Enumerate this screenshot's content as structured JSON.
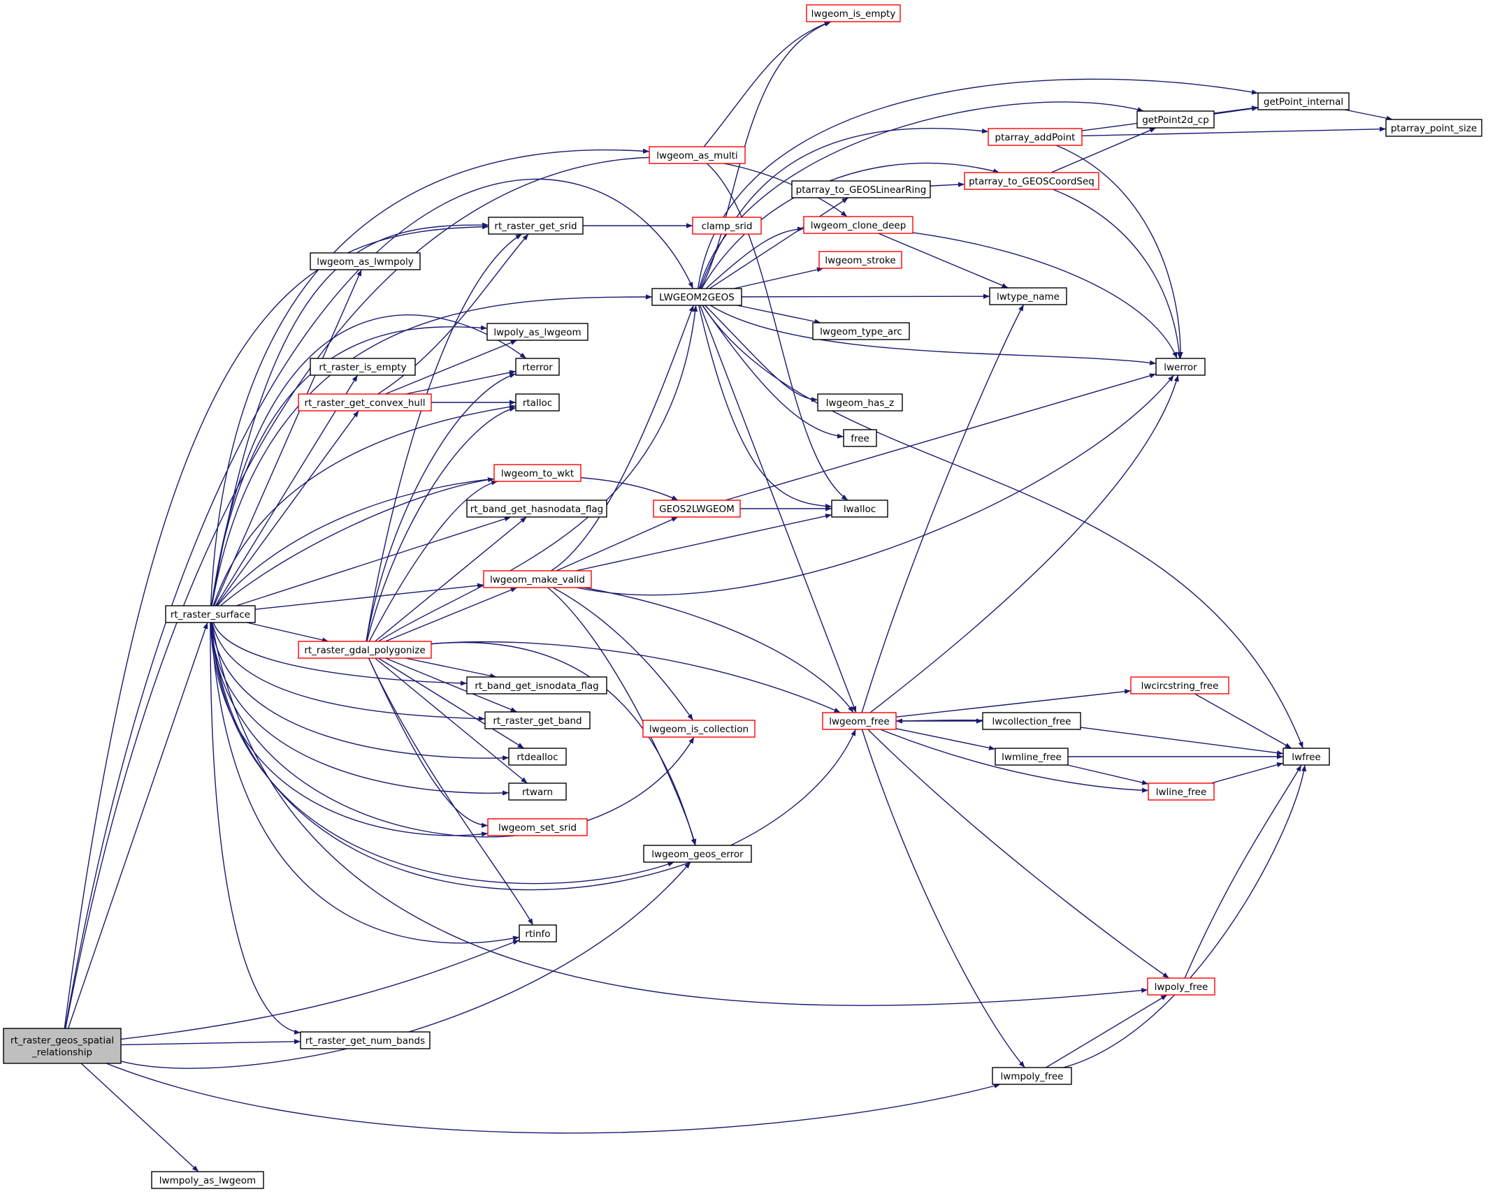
{
  "graph": {
    "colors": {
      "edge": "#191970",
      "node_border": "#000000",
      "link_border": "#ff0000",
      "root_fill": "#bfbfbf",
      "node_fill": "#ffffff"
    },
    "root": "rt_raster_geos_spatial_relationship",
    "nodes": {
      "root": {
        "lines": [
          "rt_raster_geos_spatial",
          "_relationship"
        ],
        "style": "root"
      },
      "surface": {
        "lines": [
          "rt_raster_surface"
        ],
        "style": "black"
      },
      "get_num_bands": {
        "lines": [
          "rt_raster_get_num_bands"
        ],
        "style": "black"
      },
      "lwmpoly_as_lwgeom": {
        "lines": [
          "lwmpoly_as_lwgeom"
        ],
        "style": "black"
      },
      "get_srid": {
        "lines": [
          "rt_raster_get_srid"
        ],
        "style": "black"
      },
      "as_lwmpoly": {
        "lines": [
          "lwgeom_as_lwmpoly"
        ],
        "style": "black"
      },
      "is_empty_r": {
        "lines": [
          "rt_raster_is_empty"
        ],
        "style": "black"
      },
      "convex_hull": {
        "lines": [
          "rt_raster_get_convex_hull"
        ],
        "style": "red"
      },
      "gdal_polygonize": {
        "lines": [
          "rt_raster_gdal_polygonize"
        ],
        "style": "red"
      },
      "lwpoly_as_lwgeom": {
        "lines": [
          "lwpoly_as_lwgeom"
        ],
        "style": "black"
      },
      "rterror": {
        "lines": [
          "rterror"
        ],
        "style": "black"
      },
      "rtalloc": {
        "lines": [
          "rtalloc"
        ],
        "style": "black"
      },
      "to_wkt": {
        "lines": [
          "lwgeom_to_wkt"
        ],
        "style": "red"
      },
      "hasnodata": {
        "lines": [
          "rt_band_get_hasnodata_flag"
        ],
        "style": "black"
      },
      "isnodata": {
        "lines": [
          "rt_band_get_isnodata_flag"
        ],
        "style": "black"
      },
      "get_band": {
        "lines": [
          "rt_raster_get_band"
        ],
        "style": "black"
      },
      "rtdealloc": {
        "lines": [
          "rtdealloc"
        ],
        "style": "black"
      },
      "rtwarn": {
        "lines": [
          "rtwarn"
        ],
        "style": "black"
      },
      "set_srid": {
        "lines": [
          "lwgeom_set_srid"
        ],
        "style": "red"
      },
      "rtinfo": {
        "lines": [
          "rtinfo"
        ],
        "style": "black"
      },
      "clamp_srid": {
        "lines": [
          "clamp_srid"
        ],
        "style": "red"
      },
      "as_multi": {
        "lines": [
          "lwgeom_as_multi"
        ],
        "style": "red"
      },
      "is_empty": {
        "lines": [
          "lwgeom_is_empty"
        ],
        "style": "red"
      },
      "lwgeom2geos": {
        "lines": [
          "LWGEOM2GEOS"
        ],
        "style": "black"
      },
      "geos2lwgeom": {
        "lines": [
          "GEOS2LWGEOM"
        ],
        "style": "red"
      },
      "make_valid": {
        "lines": [
          "lwgeom_make_valid"
        ],
        "style": "red"
      },
      "is_collection": {
        "lines": [
          "lwgeom_is_collection"
        ],
        "style": "red"
      },
      "geos_error": {
        "lines": [
          "lwgeom_geos_error"
        ],
        "style": "black"
      },
      "ptarray_linear_ring": {
        "lines": [
          "ptarray_to_GEOSLinearRing"
        ],
        "style": "black"
      },
      "lwgeom_stroke": {
        "lines": [
          "lwgeom_stroke"
        ],
        "style": "red"
      },
      "lwgeom_type_arc": {
        "lines": [
          "lwgeom_type_arc"
        ],
        "style": "black"
      },
      "lwgeom_has_z": {
        "lines": [
          "lwgeom_has_z"
        ],
        "style": "black"
      },
      "free": {
        "lines": [
          "free"
        ],
        "style": "black"
      },
      "lwalloc": {
        "lines": [
          "lwalloc"
        ],
        "style": "black"
      },
      "lwgeom_free": {
        "lines": [
          "lwgeom_free"
        ],
        "style": "red"
      },
      "ptarray_addpoint": {
        "lines": [
          "ptarray_addPoint"
        ],
        "style": "red"
      },
      "ptarray_coordseq": {
        "lines": [
          "ptarray_to_GEOSCoordSeq"
        ],
        "style": "red"
      },
      "clone_deep": {
        "lines": [
          "lwgeom_clone_deep"
        ],
        "style": "red"
      },
      "lwtype_name": {
        "lines": [
          "lwtype_name"
        ],
        "style": "black"
      },
      "lwerror": {
        "lines": [
          "lwerror"
        ],
        "style": "black"
      },
      "getpoint2d_cp": {
        "lines": [
          "getPoint2d_cp"
        ],
        "style": "black"
      },
      "getpoint_internal": {
        "lines": [
          "getPoint_internal"
        ],
        "style": "black"
      },
      "ptarray_point_size": {
        "lines": [
          "ptarray_point_size"
        ],
        "style": "black"
      },
      "lwcircstring_free": {
        "lines": [
          "lwcircstring_free"
        ],
        "style": "red"
      },
      "lwcollection_free": {
        "lines": [
          "lwcollection_free"
        ],
        "style": "black"
      },
      "lwmline_free": {
        "lines": [
          "lwmline_free"
        ],
        "style": "black"
      },
      "lwline_free": {
        "lines": [
          "lwline_free"
        ],
        "style": "red"
      },
      "lwpoly_free": {
        "lines": [
          "lwpoly_free"
        ],
        "style": "red"
      },
      "lwmpoly_free": {
        "lines": [
          "lwmpoly_free"
        ],
        "style": "black"
      },
      "lwfree": {
        "lines": [
          "lwfree"
        ],
        "style": "black"
      }
    },
    "edges": [
      [
        "root",
        "surface"
      ],
      [
        "root",
        "get_num_bands"
      ],
      [
        "root",
        "lwmpoly_as_lwgeom"
      ],
      [
        "root",
        "get_srid"
      ],
      [
        "root",
        "lwgeom2geos"
      ],
      [
        "root",
        "rtinfo"
      ],
      [
        "root",
        "geos_error"
      ],
      [
        "root",
        "lwmpoly_free"
      ],
      [
        "root",
        "clone_deep"
      ],
      [
        "surface",
        "get_srid"
      ],
      [
        "surface",
        "as_lwmpoly"
      ],
      [
        "surface",
        "is_empty_r"
      ],
      [
        "surface",
        "convex_hull"
      ],
      [
        "surface",
        "gdal_polygonize"
      ],
      [
        "surface",
        "lwpoly_as_lwgeom"
      ],
      [
        "surface",
        "rterror"
      ],
      [
        "surface",
        "rtalloc"
      ],
      [
        "surface",
        "to_wkt"
      ],
      [
        "surface",
        "hasnodata"
      ],
      [
        "surface",
        "isnodata"
      ],
      [
        "surface",
        "get_band"
      ],
      [
        "surface",
        "rtdealloc"
      ],
      [
        "surface",
        "rtwarn"
      ],
      [
        "surface",
        "set_srid"
      ],
      [
        "surface",
        "rtinfo"
      ],
      [
        "surface",
        "get_num_bands"
      ],
      [
        "surface",
        "lwgeom2geos"
      ],
      [
        "surface",
        "as_multi"
      ],
      [
        "surface",
        "geos2lwgeom"
      ],
      [
        "surface",
        "make_valid"
      ],
      [
        "surface",
        "is_collection"
      ],
      [
        "surface",
        "geos_error"
      ],
      [
        "surface",
        "lwgeom_free"
      ],
      [
        "surface",
        "lwpoly_free"
      ],
      [
        "convex_hull",
        "get_srid"
      ],
      [
        "convex_hull",
        "lwpoly_as_lwgeom"
      ],
      [
        "convex_hull",
        "rterror"
      ],
      [
        "convex_hull",
        "rtalloc"
      ],
      [
        "gdal_polygonize",
        "get_srid"
      ],
      [
        "gdal_polygonize",
        "rterror"
      ],
      [
        "gdal_polygonize",
        "rtalloc"
      ],
      [
        "gdal_polygonize",
        "to_wkt"
      ],
      [
        "gdal_polygonize",
        "hasnodata"
      ],
      [
        "gdal_polygonize",
        "isnodata"
      ],
      [
        "gdal_polygonize",
        "get_band"
      ],
      [
        "gdal_polygonize",
        "rtdealloc"
      ],
      [
        "gdal_polygonize",
        "rtwarn"
      ],
      [
        "gdal_polygonize",
        "set_srid"
      ],
      [
        "gdal_polygonize",
        "rtinfo"
      ],
      [
        "gdal_polygonize",
        "lwgeom2geos"
      ],
      [
        "gdal_polygonize",
        "make_valid"
      ],
      [
        "gdal_polygonize",
        "geos_error"
      ],
      [
        "gdal_polygonize",
        "lwgeom_free"
      ],
      [
        "get_srid",
        "clamp_srid"
      ],
      [
        "as_multi",
        "is_empty"
      ],
      [
        "as_multi",
        "lwalloc"
      ],
      [
        "make_valid",
        "lwgeom2geos"
      ],
      [
        "make_valid",
        "geos2lwgeom"
      ],
      [
        "make_valid",
        "lwalloc"
      ],
      [
        "make_valid",
        "is_collection"
      ],
      [
        "make_valid",
        "geos_error"
      ],
      [
        "make_valid",
        "lwgeom_free"
      ],
      [
        "make_valid",
        "lwerror"
      ],
      [
        "geos2lwgeom",
        "lwalloc"
      ],
      [
        "geos2lwgeom",
        "lwerror"
      ],
      [
        "lwgeom2geos",
        "is_empty"
      ],
      [
        "lwgeom2geos",
        "ptarray_addpoint"
      ],
      [
        "lwgeom2geos",
        "ptarray_coordseq"
      ],
      [
        "lwgeom2geos",
        "ptarray_linear_ring"
      ],
      [
        "lwgeom2geos",
        "clone_deep"
      ],
      [
        "lwgeom2geos",
        "lwgeom_stroke"
      ],
      [
        "lwgeom2geos",
        "lwtype_name"
      ],
      [
        "lwgeom2geos",
        "lwgeom_type_arc"
      ],
      [
        "lwgeom2geos",
        "lwerror"
      ],
      [
        "lwgeom2geos",
        "lwgeom_has_z"
      ],
      [
        "lwgeom2geos",
        "free"
      ],
      [
        "lwgeom2geos",
        "lwalloc"
      ],
      [
        "lwgeom2geos",
        "lwgeom_free"
      ],
      [
        "lwgeom2geos",
        "lwfree"
      ],
      [
        "lwgeom2geos",
        "getpoint2d_cp"
      ],
      [
        "lwgeom2geos",
        "getpoint_internal"
      ],
      [
        "ptarray_linear_ring",
        "ptarray_coordseq"
      ],
      [
        "ptarray_coordseq",
        "getpoint2d_cp"
      ],
      [
        "ptarray_coordseq",
        "lwerror"
      ],
      [
        "ptarray_addpoint",
        "getpoint_internal"
      ],
      [
        "ptarray_addpoint",
        "ptarray_point_size"
      ],
      [
        "ptarray_addpoint",
        "lwerror"
      ],
      [
        "getpoint2d_cp",
        "getpoint_internal"
      ],
      [
        "getpoint_internal",
        "ptarray_point_size"
      ],
      [
        "clone_deep",
        "lwtype_name"
      ],
      [
        "clone_deep",
        "lwerror"
      ],
      [
        "lwgeom_free",
        "lwtype_name"
      ],
      [
        "lwgeom_free",
        "lwerror"
      ],
      [
        "lwgeom_free",
        "lwcircstring_free"
      ],
      [
        "lwgeom_free",
        "lwcollection_free"
      ],
      [
        "lwgeom_free",
        "lwmline_free"
      ],
      [
        "lwgeom_free",
        "lwline_free"
      ],
      [
        "lwgeom_free",
        "lwpoly_free"
      ],
      [
        "lwgeom_free",
        "lwmpoly_free"
      ],
      [
        "lwcollection_free",
        "lwgeom_free"
      ],
      [
        "lwcollection_free",
        "lwfree"
      ],
      [
        "lwcircstring_free",
        "lwfree"
      ],
      [
        "lwmline_free",
        "lwfree"
      ],
      [
        "lwmline_free",
        "lwline_free"
      ],
      [
        "lwline_free",
        "lwfree"
      ],
      [
        "lwpoly_free",
        "lwfree"
      ],
      [
        "lwmpoly_free",
        "lwpoly_free"
      ],
      [
        "lwmpoly_free",
        "lwfree"
      ]
    ]
  }
}
